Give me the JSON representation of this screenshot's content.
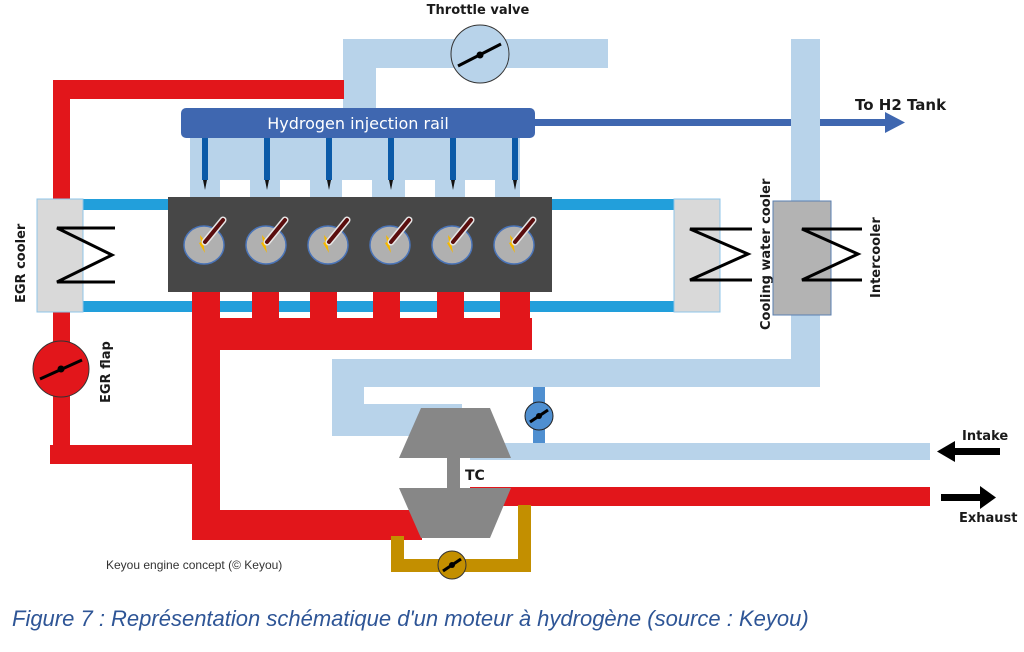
{
  "figure": {
    "caption": "Figure 7 : Représentation schématique d'un moteur à hydrogène (source : Keyou)",
    "credit": "Keyou engine concept (© Keyou)"
  },
  "labels": {
    "throttle_valve": "Throttle valve",
    "to_h2_tank": "To H2 Tank",
    "hydrogen_rail": "Hydrogen injection rail",
    "egr_cooler": "EGR cooler",
    "egr_flap": "EGR flap",
    "cooling_water_cooler": "Cooling water cooler",
    "intercooler": "Intercooler",
    "turbocharger": "TC",
    "intake": "Intake",
    "exhaust": "Exhaust"
  },
  "engine": {
    "cylinder_count": 6
  },
  "colors": {
    "exhaust_pipe": "#e2161b",
    "intake_air_pipe": "#b8d3ea",
    "coolant_pipe": "#229fdb",
    "hydrogen_line": "#3f67b0",
    "injector": "#0b5aa8",
    "engine_block": "#474747",
    "cylinder": "#b0b0b0",
    "piston_rod": "#5a0d0d",
    "spark": "#f5b800",
    "turbocharger": "#878787",
    "wastegate_pipe": "#c38f00",
    "caption_text": "#2e5596"
  }
}
